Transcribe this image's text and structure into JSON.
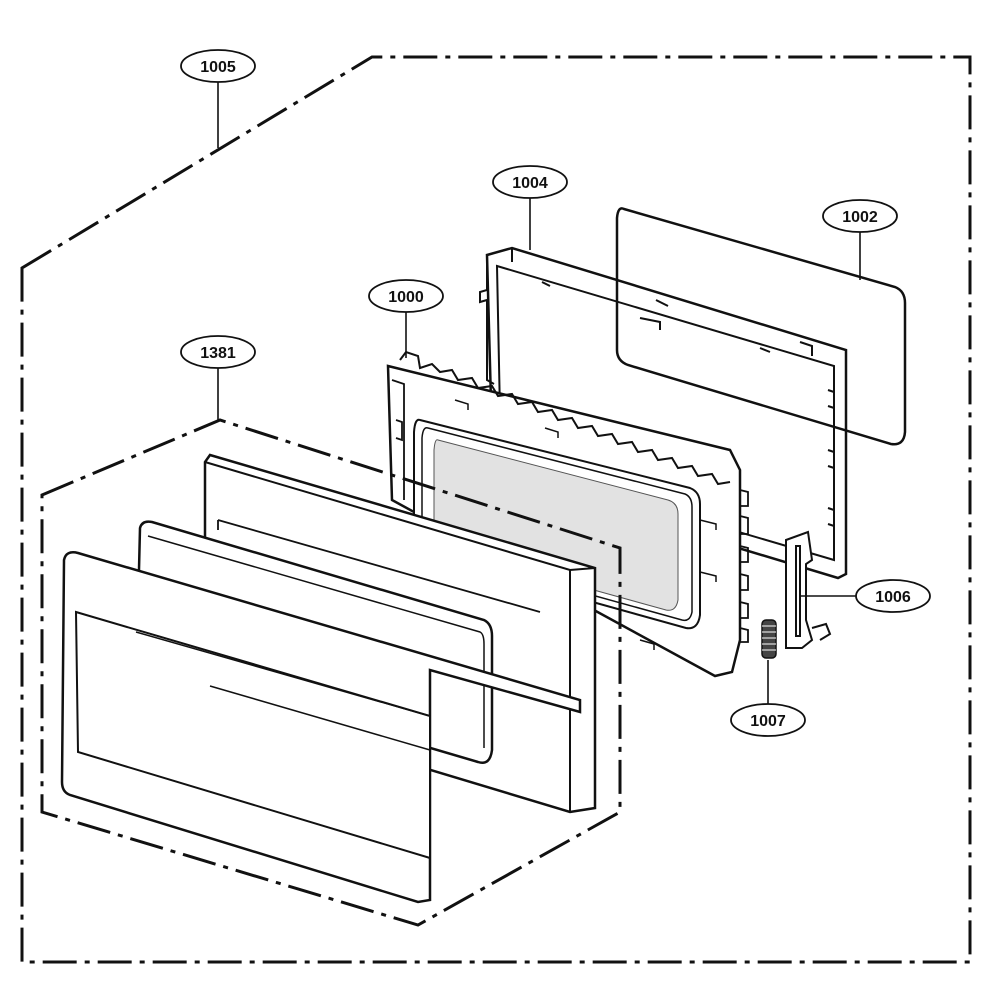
{
  "colors": {
    "line": "#111111",
    "panel_fill": "#ffffff",
    "glass_fill": "#e2e2e2",
    "callout_fill": "#ffffff"
  },
  "callouts": [
    {
      "id": "part-1005",
      "label": "1005"
    },
    {
      "id": "part-1004",
      "label": "1004"
    },
    {
      "id": "part-1002",
      "label": "1002"
    },
    {
      "id": "part-1000",
      "label": "1000"
    },
    {
      "id": "part-1381",
      "label": "1381"
    },
    {
      "id": "part-1006",
      "label": "1006"
    },
    {
      "id": "part-1007",
      "label": "1007"
    }
  ]
}
